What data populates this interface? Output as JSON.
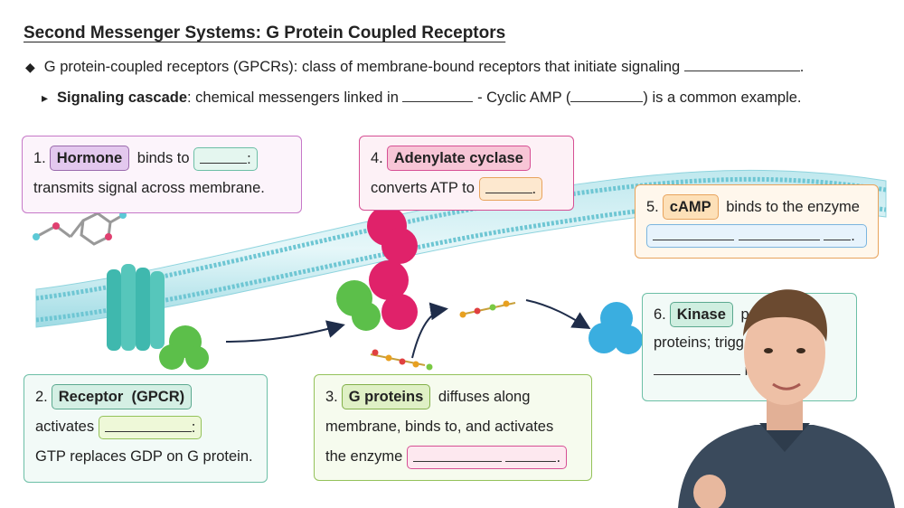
{
  "title": "Second Messenger Systems: G Protein Coupled Receptors",
  "bullet1": {
    "marker": "◆",
    "text": "G protein-coupled receptors (GPCRs): class of membrane-bound receptors that initiate signaling",
    "end": "."
  },
  "bullet2": {
    "marker": "▸",
    "term": "Signaling cascade",
    "text": ": chemical messengers linked in",
    "mid": "- Cyclic AMP (",
    "end": ") is a common example."
  },
  "steps": {
    "s1": {
      "num": "1.",
      "tag": "Hormone",
      "pre": "binds to",
      "post": ":",
      "line2": "transmits signal across membrane."
    },
    "s2": {
      "num": "2.",
      "tag": "Receptor  (GPCR)",
      "pre": "activates",
      "post": ":",
      "line3": "GTP replaces GDP on G protein."
    },
    "s3": {
      "num": "3.",
      "tag": "G proteins",
      "line1_rest": "diffuses along",
      "line2": "membrane, binds to, and activates",
      "pre": "the enzyme",
      "post": "."
    },
    "s4": {
      "num": "4.",
      "tag": "Adenylate cyclase",
      "pre": "converts ATP to",
      "post": "."
    },
    "s5": {
      "num": "5.",
      "tag": "cAMP",
      "rest": "binds to the enzyme",
      "post": "."
    },
    "s6": {
      "num": "6.",
      "tag": "Kinase",
      "rest": "p...ates",
      "line2": "proteins; trigg...",
      "line3": "re..."
    }
  },
  "colors": {
    "membrane": "#7fd0dc",
    "receptor": "#3fb8ae",
    "g_protein": "#5cbf4a",
    "adenylate_cyclase": "#e0226a",
    "kinase": "#3aaee0"
  }
}
